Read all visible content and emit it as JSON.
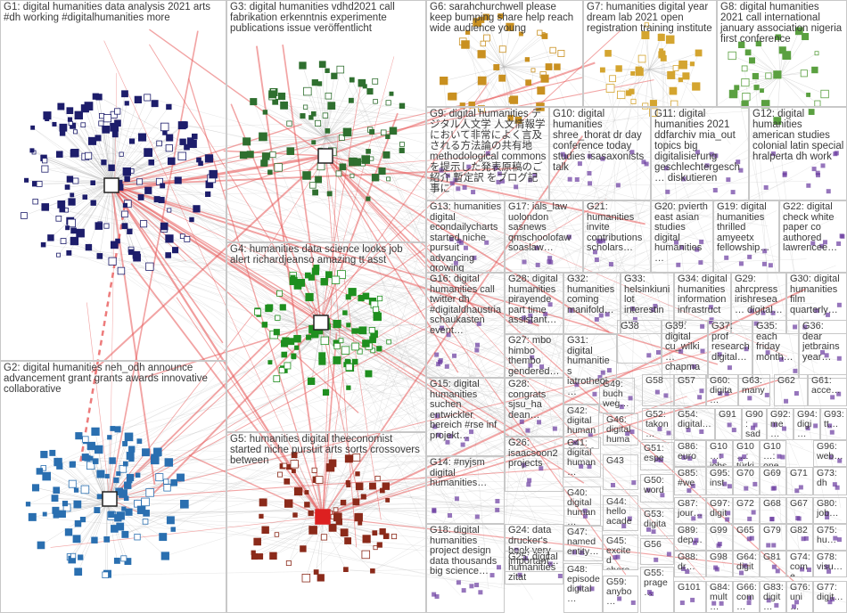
{
  "groups": [
    {
      "id": "G1",
      "text": "G1: digital humanities data analysis 2021 arts #dh working #digitalhumanities more"
    },
    {
      "id": "G2",
      "text": "G2: digital humanities neh_odh announce advancement grant grants awards innovative collaborative"
    },
    {
      "id": "G3",
      "text": "G3: digital humanities vdhd2021 call fabrikation erkenntnis experimente publications issue veröffentlicht"
    },
    {
      "id": "G4",
      "text": "G4: humanities data science looks job alert richardjeanso amazing tt asst"
    },
    {
      "id": "G5",
      "text": "G5: humanities digital theeconomist started niche pursuit arts sorts crossovers between"
    },
    {
      "id": "G6",
      "text": "G6: sarahchurchwell please keep bumping share help reach wide audience young"
    },
    {
      "id": "G7",
      "text": "G7: humanities digital year dream lab 2021 open registration training institute"
    },
    {
      "id": "G8",
      "text": "G8: digital humanities 2021 call international january association nigeria first conference"
    },
    {
      "id": "G9",
      "text": "G9: digital humanities デジタル人文学 人文情報学において非常によく言及される方法論の共有地 methodological commons を提示した発表原稿のご紹介 暫定訳 をブログ記事に"
    },
    {
      "id": "G10",
      "text": "G10: digital humanities shree_thorat dr day conference today studies isasaxonists talk"
    },
    {
      "id": "G11",
      "text": "G11: digital humanities 2021 ddfarchiv mia_out topics big digitalisierung geschlechtergesch… diskutieren"
    },
    {
      "id": "G12",
      "text": "G12: digital humanities american studies colonial latin special hralperta dh work"
    },
    {
      "id": "G13",
      "text": "G13: humanities digital econdailycharts started niche pursuit advancing growing rapidly…"
    },
    {
      "id": "G17",
      "text": "G17: ials_law uolondon sasnews qmschoolofaw soaslaw…"
    },
    {
      "id": "G21",
      "text": "G21: humanities invite contributions scholars…"
    },
    {
      "id": "G20",
      "text": "G20: pvierth east asian studies digital humanities…"
    },
    {
      "id": "G19",
      "text": "G19: digital humanities thrilled amyeetx fellowship…"
    },
    {
      "id": "G22",
      "text": "G22: digital check white paper co authored lawrencee…"
    },
    {
      "id": "G16",
      "text": "G16: digital humanities call twitter dh #digitaldhaustria schaukasten event…"
    },
    {
      "id": "G28",
      "text": "G28: digital humanities pirayende part time assistant…"
    },
    {
      "id": "G32",
      "text": "G32: humanities coming manifold…"
    },
    {
      "id": "G33",
      "text": "G33: helsinkiuni lot interestin…"
    },
    {
      "id": "G34",
      "text": "G34: digital humanities information infrastruct…"
    },
    {
      "id": "G29",
      "text": "G29: ahrcpress irishresea… digital…"
    },
    {
      "id": "G30",
      "text": "G30: digital humanities film quarterly…"
    },
    {
      "id": "G27",
      "text": "G27: mbo himbo thembo gendered…"
    },
    {
      "id": "G31",
      "text": "G31: digital humanities iatrotheol…"
    },
    {
      "id": "G38",
      "text": "G38"
    },
    {
      "id": "G39",
      "text": "G39: digital cu_wilki… chapma…"
    },
    {
      "id": "G37",
      "text": "G37: prof research digital…"
    },
    {
      "id": "G35",
      "text": "G35: each friday month…"
    },
    {
      "id": "G36",
      "text": "G36: dear jetbrains year…"
    },
    {
      "id": "G15",
      "text": "G15: digital humanities suchen entwickler bereich #rse inf projekt…"
    },
    {
      "id": "G42",
      "text": "G42: digital human… course…"
    },
    {
      "id": "G49",
      "text": "G49: buch weg…"
    },
    {
      "id": "G58",
      "text": "G58"
    },
    {
      "id": "G57",
      "text": "G57"
    },
    {
      "id": "G60",
      "text": "G60: digita…"
    },
    {
      "id": "G63",
      "text": "G63: many"
    },
    {
      "id": "G62",
      "text": "G62"
    },
    {
      "id": "G61",
      "text": "G61: acce…"
    },
    {
      "id": "G28b",
      "text": "G28: congrats sjsu_ha dean…"
    },
    {
      "id": "G46",
      "text": "G46: digital huma…"
    },
    {
      "id": "G52",
      "text": "G52: takon…"
    },
    {
      "id": "G54",
      "text": "G54: digital…"
    },
    {
      "id": "G91",
      "text": "G91"
    },
    {
      "id": "G90",
      "text": "G90: sad…"
    },
    {
      "id": "G92",
      "text": "G92: me…"
    },
    {
      "id": "G94",
      "text": "G94: digi…"
    },
    {
      "id": "G93",
      "text": "G93: tt…"
    },
    {
      "id": "G41",
      "text": "G41: digital human… class…"
    },
    {
      "id": "G51",
      "text": "G51: espe…"
    },
    {
      "id": "G86",
      "text": "G86: euro…"
    },
    {
      "id": "G10b",
      "text": "G10…: jobs…"
    },
    {
      "id": "G10c",
      "text": "G10…: türki…"
    },
    {
      "id": "G10d",
      "text": "G10…: one"
    },
    {
      "id": "G96",
      "text": "G96: web…"
    },
    {
      "id": "G14",
      "text": "G14: #nyjsm digital humanities…"
    },
    {
      "id": "G26",
      "text": "G26: isaacsoon2 projects"
    },
    {
      "id": "G43",
      "text": "G43"
    },
    {
      "id": "G50",
      "text": "G50: word…"
    },
    {
      "id": "G85",
      "text": "G85: #we…"
    },
    {
      "id": "G95",
      "text": "G95: inst…"
    },
    {
      "id": "G70",
      "text": "G70"
    },
    {
      "id": "G69",
      "text": "G69"
    },
    {
      "id": "G71",
      "text": "G71"
    },
    {
      "id": "G73",
      "text": "G73: dh"
    },
    {
      "id": "G40",
      "text": "G40: digital human… appro…"
    },
    {
      "id": "G44",
      "text": "G44: hello acade…"
    },
    {
      "id": "G87",
      "text": "G87: jour…"
    },
    {
      "id": "G97",
      "text": "G97: digit…"
    },
    {
      "id": "G72",
      "text": "G72"
    },
    {
      "id": "G68",
      "text": "G68"
    },
    {
      "id": "G67",
      "text": "G67"
    },
    {
      "id": "G80",
      "text": "G80: job…"
    },
    {
      "id": "G24",
      "text": "G24: data drucker's book very important…"
    },
    {
      "id": "G53",
      "text": "G53: digita…"
    },
    {
      "id": "G89",
      "text": "G89: dep…"
    },
    {
      "id": "G99",
      "text": "G99"
    },
    {
      "id": "G65",
      "text": "G65"
    },
    {
      "id": "G79",
      "text": "G79"
    },
    {
      "id": "G82",
      "text": "G82"
    },
    {
      "id": "G75",
      "text": "G75: hu…"
    },
    {
      "id": "G47",
      "text": "G47: named entity…"
    },
    {
      "id": "G45",
      "text": "G45: excited share"
    },
    {
      "id": "G56",
      "text": "G56"
    },
    {
      "id": "G18",
      "text": "G18: digital humanities project design data thousands big science…"
    },
    {
      "id": "G25",
      "text": "G25: digital humanities zitat universität…"
    },
    {
      "id": "G88",
      "text": "G88: dr…"
    },
    {
      "id": "G98",
      "text": "G98"
    },
    {
      "id": "G64",
      "text": "G64: digit…"
    },
    {
      "id": "G81",
      "text": "G81"
    },
    {
      "id": "G74",
      "text": "G74: come"
    },
    {
      "id": "G78",
      "text": "G78: visu…"
    },
    {
      "id": "G48",
      "text": "G48: episode digital…"
    },
    {
      "id": "G59",
      "text": "G59: anybo…"
    },
    {
      "id": "G55",
      "text": "G55: prage…"
    },
    {
      "id": "G101",
      "text": "G101"
    },
    {
      "id": "G84",
      "text": "G84: mult…"
    },
    {
      "id": "G66",
      "text": "G66: com…"
    },
    {
      "id": "G83",
      "text": "G83: digit…"
    },
    {
      "id": "G76",
      "text": "G76: uni…"
    },
    {
      "id": "G77",
      "text": "G77: digit…"
    }
  ],
  "colors": {
    "edge_light": "#b5b5b5",
    "edge_red": "#e85a5a",
    "hub_red": "#dd2020",
    "g1": "#1d1d6b",
    "g2": "#2a6fb0",
    "g3": "#2f6f2f",
    "g4": "#1f8f1f",
    "g5": "#8b2a1a",
    "g6": "#c99020",
    "g7": "#d4a530",
    "g8": "#5aa040",
    "small": "#6a3aa0"
  }
}
